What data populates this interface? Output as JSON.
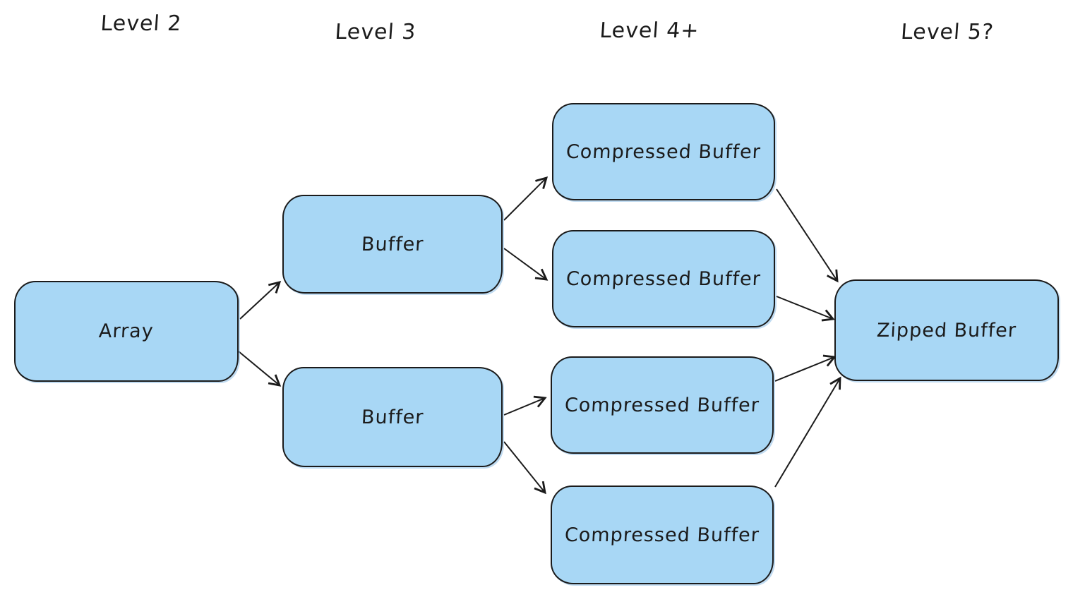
{
  "diagram": {
    "headers": [
      {
        "id": "level-2",
        "label": "Level 2"
      },
      {
        "id": "level-3",
        "label": "Level 3"
      },
      {
        "id": "level-4",
        "label": "Level 4+"
      },
      {
        "id": "level-5",
        "label": "Level 5?"
      }
    ],
    "nodes": [
      {
        "id": "array",
        "label": "Array",
        "level": "Level 2"
      },
      {
        "id": "buffer-top",
        "label": "Buffer",
        "level": "Level 3"
      },
      {
        "id": "buffer-bottom",
        "label": "Buffer",
        "level": "Level 3"
      },
      {
        "id": "compressed-buffer-1",
        "label": "Compressed Buffer",
        "level": "Level 4+"
      },
      {
        "id": "compressed-buffer-2",
        "label": "Compressed Buffer",
        "level": "Level 4+"
      },
      {
        "id": "compressed-buffer-3",
        "label": "Compressed Buffer",
        "level": "Level 4+"
      },
      {
        "id": "compressed-buffer-4",
        "label": "Compressed Buffer",
        "level": "Level 4+"
      },
      {
        "id": "zipped-buffer",
        "label": "Zipped Buffer",
        "level": "Level 5?"
      }
    ],
    "edges": [
      {
        "from": "array",
        "to": "buffer-top"
      },
      {
        "from": "array",
        "to": "buffer-bottom"
      },
      {
        "from": "buffer-top",
        "to": "compressed-buffer-1"
      },
      {
        "from": "buffer-top",
        "to": "compressed-buffer-2"
      },
      {
        "from": "buffer-bottom",
        "to": "compressed-buffer-3"
      },
      {
        "from": "buffer-bottom",
        "to": "compressed-buffer-4"
      },
      {
        "from": "compressed-buffer-1",
        "to": "zipped-buffer"
      },
      {
        "from": "compressed-buffer-2",
        "to": "zipped-buffer"
      },
      {
        "from": "compressed-buffer-3",
        "to": "zipped-buffer"
      },
      {
        "from": "compressed-buffer-4",
        "to": "zipped-buffer"
      }
    ],
    "colors": {
      "background": "#ffffff",
      "node_fill": "#a8d7f5",
      "node_border": "#1b1b1b",
      "text": "#1b1b1b"
    }
  }
}
